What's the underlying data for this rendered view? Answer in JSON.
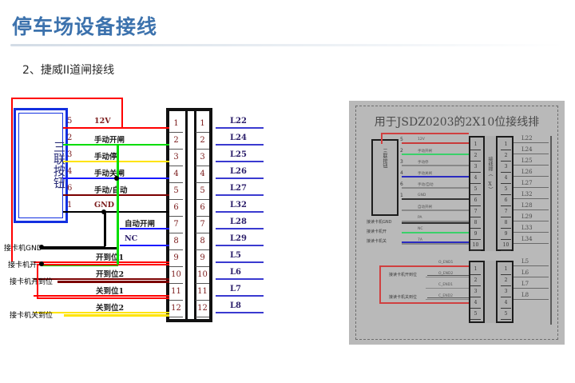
{
  "header": {
    "title": "停车场设备接线",
    "subtitle": "2、捷威II道闸接线"
  },
  "diagram": {
    "button_box": {
      "label": "三联按钮"
    },
    "button_pins": [
      "5",
      "2",
      "3",
      "4",
      "6",
      "1"
    ],
    "signals": [
      {
        "name": "12V",
        "color": "#ff0000"
      },
      {
        "name": "手动开闸",
        "color": "#00dd00"
      },
      {
        "name": "手动停",
        "color": "#ffe400"
      },
      {
        "name": "手动关闸",
        "color": "#1a1aff"
      },
      {
        "name": "手动/自动",
        "color": "#7b0000"
      },
      {
        "name": "GND",
        "color": "#000000"
      },
      {
        "name": "自动开闸",
        "color": "#1a1aff"
      },
      {
        "name": "NC",
        "color": "#1a1aff"
      },
      {
        "name": "开到位1",
        "color": "#ff0000"
      },
      {
        "name": "开到位2",
        "color": "#7b0000"
      },
      {
        "name": "关到位1",
        "color": "#ff0000"
      },
      {
        "name": "关到位2",
        "color": "#ffe400"
      }
    ],
    "terminal_left": [
      "1",
      "2",
      "3",
      "4",
      "5",
      "6",
      "7",
      "8",
      "9",
      "10",
      "11",
      "12"
    ],
    "terminal_right": [
      "1",
      "2",
      "3",
      "4",
      "5",
      "6",
      "7",
      "8",
      "9",
      "10",
      "11",
      "12"
    ],
    "l_labels": [
      "L22",
      "L24",
      "L25",
      "L26",
      "L27",
      "L32",
      "L28",
      "L29",
      "L5",
      "L6",
      "L7",
      "L8"
    ],
    "left_wires": [
      {
        "name": "接卡机GND",
        "color": "#000000"
      },
      {
        "name": "接卡机开",
        "color": "#00dd00"
      },
      {
        "name": "接卡机开到位",
        "color": "#7b0000"
      },
      {
        "name": "接卡机关到位",
        "color": "#ffe400"
      }
    ]
  },
  "photo": {
    "title": "用于JSDZ0203的2X10位接线排",
    "box_label": "三联按钮",
    "middle_label": "接线排（ X）",
    "signals_top": [
      "12V",
      "手动开闸",
      "手动停",
      "手动关闸",
      "手动/自动",
      "GND",
      "自动开闸",
      "PA",
      "NC",
      "7A"
    ],
    "signals_bottom": [
      "O_END1",
      "O_END2",
      "C_END1",
      "C_END2"
    ],
    "left_wires": [
      "接读卡机GND",
      "接读卡机开",
      "接读卡机关"
    ],
    "left_wires_bottom": [
      "接读卡机开到位",
      "接读卡机关到位"
    ],
    "terminal_top_nums": [
      "1",
      "2",
      "3",
      "4",
      "5",
      "6",
      "7",
      "8",
      "9",
      "10"
    ],
    "terminal_bottom_nums": [
      "1",
      "2",
      "3",
      "4",
      "5"
    ],
    "l_labels_top": [
      "L22",
      "L24",
      "L25",
      "L26",
      "L27",
      "L32",
      "L28",
      "L29",
      "L33",
      "L34"
    ],
    "l_labels_bottom": [
      "L5",
      "L6",
      "L7",
      "L8"
    ]
  },
  "colors": {
    "title_blue": "#3c72ad",
    "box_blue": "#1330e0",
    "wire_red": "#ff0000",
    "wire_green": "#00dd00",
    "wire_yellow": "#ffe400",
    "wire_blue": "#1a1aff",
    "wire_darkred": "#7b0000",
    "wire_black": "#000000",
    "l_line": "#3a3ad0",
    "photo_bg": "#b9b9b9"
  }
}
